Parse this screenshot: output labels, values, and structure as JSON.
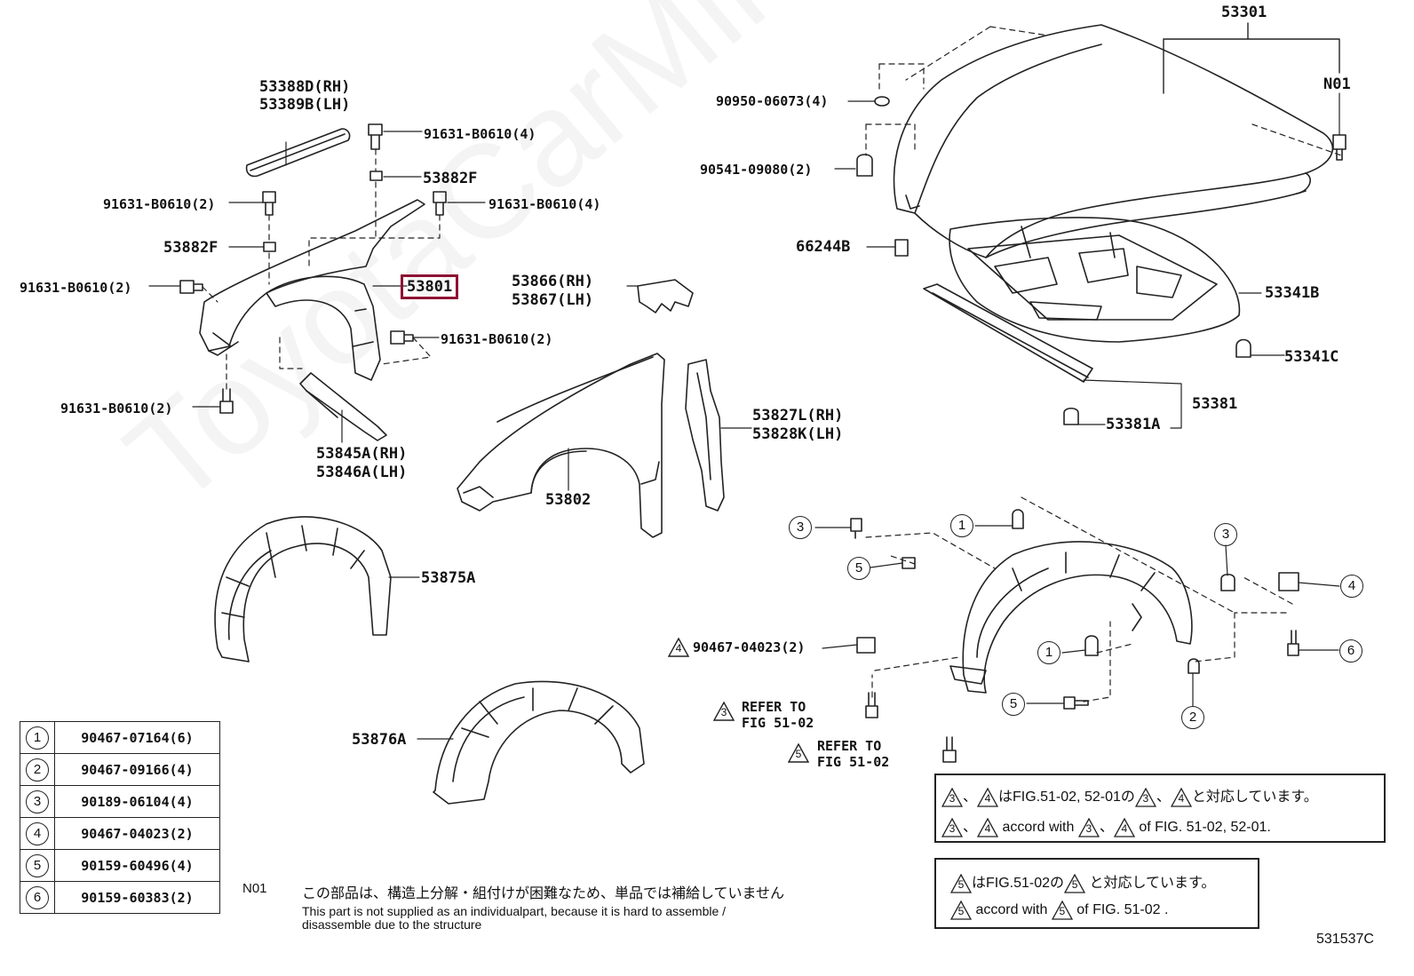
{
  "watermark": "ToyotaCarMirr.ru",
  "labels": {
    "p53301": "53301",
    "n01": "N01",
    "p90950": "90950-06073(4)",
    "p90541": "90541-09080(2)",
    "p66244b": "66244B",
    "p53341b": "53341B",
    "p53341c": "53341C",
    "p53381": "53381",
    "p53381a": "53381A",
    "p53388d": "53388D(RH)",
    "p53389b": "53389B(LH)",
    "b1": "91631-B0610(4)",
    "p53882f_top": "53882F",
    "b2": "91631-B0610(2)",
    "b3": "91631-B0610(4)",
    "p53882f_left": "53882F",
    "b4": "91631-B0610(2)",
    "p53801": "53801",
    "p53866": "53866(RH)",
    "p53867": "53867(LH)",
    "b5": "91631-B0610(2)",
    "b6": "91631-B0610(2)",
    "p53845a": "53845A(RH)",
    "p53846a": "53846A(LH)",
    "p53827l": "53827L(RH)",
    "p53828k": "53828K(LH)",
    "p53802": "53802",
    "p53875a": "53875A",
    "p53876a": "53876A",
    "p90467_04023": "90467-04023(2)",
    "refer1_a": "REFER TO",
    "refer1_b": "FIG 51-02",
    "refer2_a": "REFER TO",
    "refer2_b": "FIG 51-02",
    "fig_code": "531537C"
  },
  "callouts": {
    "c3a": "3",
    "c5a": "5",
    "c1a": "1",
    "c3b": "3",
    "c4": "4",
    "c6": "6",
    "c1b": "1",
    "c5b": "5",
    "c2": "2",
    "t4": "4",
    "t3": "3",
    "t5": "5"
  },
  "parts_table": [
    {
      "num": "1",
      "part": "90467-07164(6)"
    },
    {
      "num": "2",
      "part": "90467-09166(4)"
    },
    {
      "num": "3",
      "part": "90189-06104(4)"
    },
    {
      "num": "4",
      "part": "90467-04023(2)"
    },
    {
      "num": "5",
      "part": "90159-60496(4)"
    },
    {
      "num": "6",
      "part": "90159-60383(2)"
    }
  ],
  "note_n01": {
    "code": "N01",
    "ja": "この部品は、構造上分解・組付けが困難なため、単品では補給していません",
    "en1": "This part is not supplied as an individualpart, because it is hard to assemble /",
    "en2": "disassemble due to the structure"
  },
  "box1": {
    "l1_pre": "、",
    "l1_mid": "はFIG.51-02, 52-01の",
    "l1_sep": "、",
    "l1_end": "と対応しています。",
    "l2_pre": "、",
    "l2_mid": "accord with",
    "l2_sep": "、",
    "l2_end": "of FIG. 51-02, 52-01.",
    "t3": "3",
    "t4": "4"
  },
  "box2": {
    "l1_mid": "はFIG.51-02の",
    "l1_end": "と対応しています。",
    "l2_mid": "accord with",
    "l2_end": "of FIG. 51-02 .",
    "t5": "5"
  }
}
